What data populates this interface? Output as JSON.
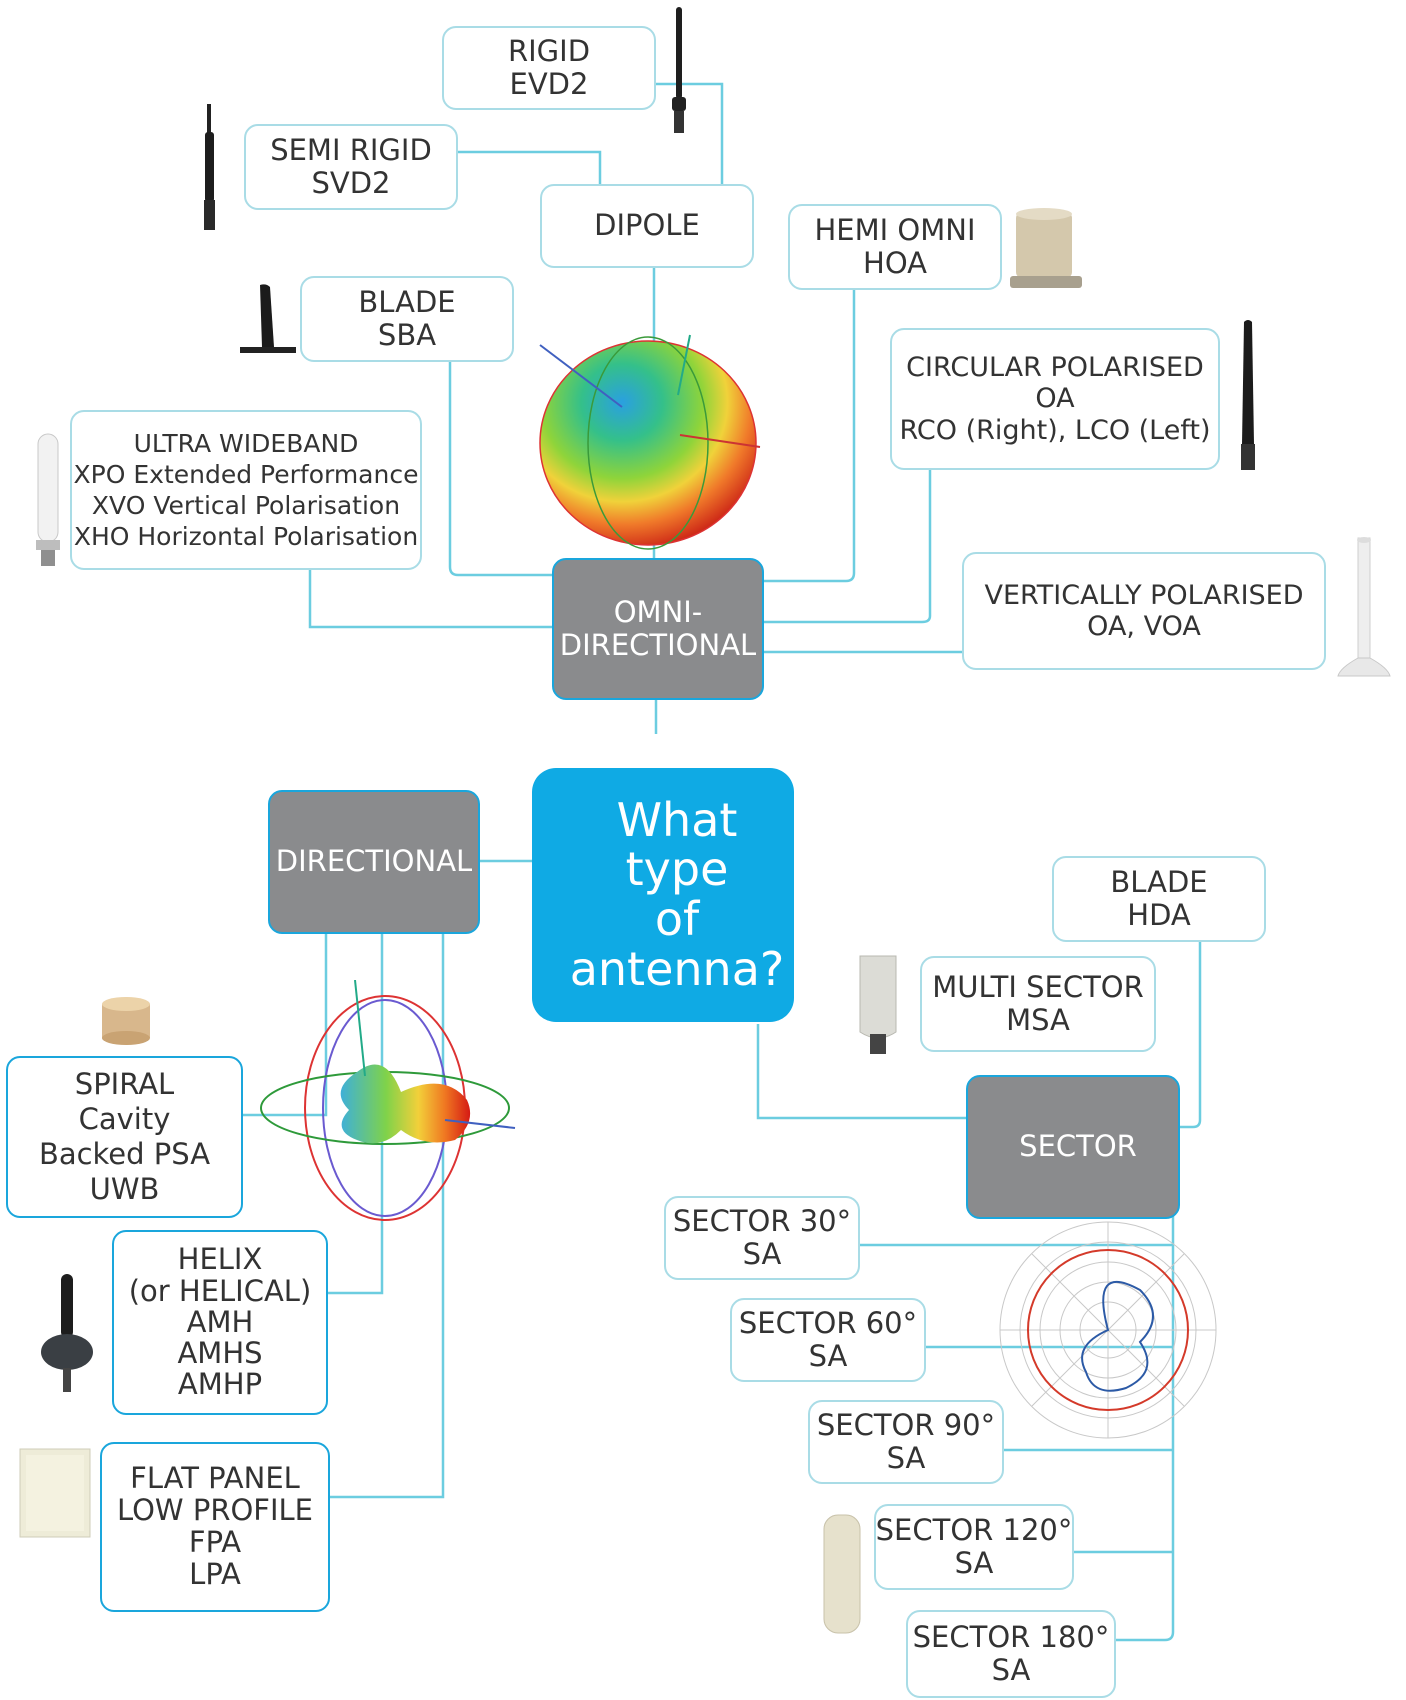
{
  "center": {
    "lines": [
      "What",
      "type",
      "of",
      "antenna?"
    ]
  },
  "categories": {
    "omni": {
      "lines": [
        "OMNI-",
        "DIRECTIONAL"
      ]
    },
    "directional": {
      "lines": [
        "DIRECTIONAL"
      ]
    },
    "sector": {
      "lines": [
        "SECTOR"
      ]
    }
  },
  "omni_items": {
    "dipole": {
      "lines": [
        "DIPOLE"
      ]
    },
    "rigid": {
      "lines": [
        "RIGID",
        "EVD2"
      ]
    },
    "semi_rigid": {
      "lines": [
        "SEMI RIGID",
        "SVD2"
      ]
    },
    "blade": {
      "lines": [
        "BLADE",
        "SBA"
      ]
    },
    "ultra_wideband": {
      "lines": [
        "ULTRA WIDEBAND",
        "XPO Extended Performance",
        "XVO Vertical Polarisation",
        "XHO Horizontal Polarisation"
      ]
    },
    "hemi_omni": {
      "lines": [
        "HEMI OMNI",
        "HOA"
      ]
    },
    "circular": {
      "lines": [
        "CIRCULAR POLARISED",
        "OA",
        "RCO (Right), LCO (Left)"
      ]
    },
    "vertical": {
      "lines": [
        "VERTICALLY POLARISED",
        "OA, VOA"
      ]
    }
  },
  "directional_items": {
    "spiral": {
      "lines": [
        "SPIRAL",
        "Cavity",
        "Backed PSA",
        "UWB"
      ]
    },
    "helix": {
      "lines": [
        "HELIX",
        "(or HELICAL)",
        "AMH",
        "AMHS",
        "AMHP"
      ]
    },
    "flat_panel": {
      "lines": [
        "FLAT PANEL",
        "LOW PROFILE",
        "FPA",
        "LPA"
      ]
    }
  },
  "sector_items": {
    "blade_hda": {
      "lines": [
        "BLADE",
        "HDA"
      ]
    },
    "multi_sector": {
      "lines": [
        "MULTI SECTOR",
        "MSA"
      ]
    },
    "s30": {
      "lines": [
        "SECTOR 30°",
        "SA"
      ]
    },
    "s60": {
      "lines": [
        "SECTOR 60°",
        "SA"
      ]
    },
    "s90": {
      "lines": [
        "SECTOR 90°",
        "SA"
      ]
    },
    "s120": {
      "lines": [
        "SECTOR 120°",
        "SA"
      ]
    },
    "s180": {
      "lines": [
        "SECTOR 180°",
        "SA"
      ]
    }
  },
  "colors": {
    "connector": "#6ccde0",
    "center": "#0faae4",
    "category": "#8a8b8d",
    "category_border": "#1aa6dc"
  }
}
